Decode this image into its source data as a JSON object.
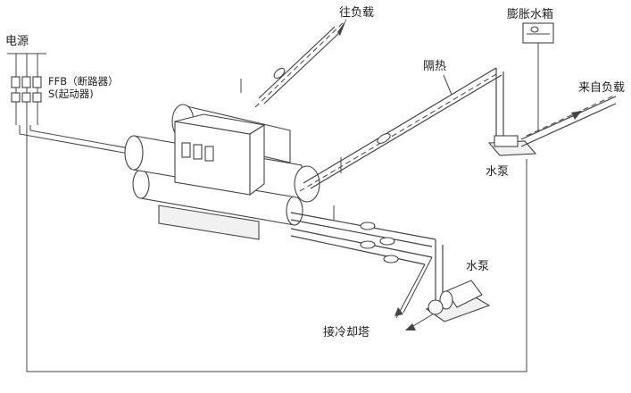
{
  "labels": {
    "power_source": "电源",
    "breaker": "FFB（断路器）",
    "starter": "S(起动器)",
    "to_load": "往负载",
    "expansion_tank": "膨胀水箱",
    "insulation": "隔热",
    "from_load": "来自负载",
    "pump_top": "水泵",
    "pump_bottom": "水泵",
    "to_cooling_tower": "接冷却塔"
  }
}
